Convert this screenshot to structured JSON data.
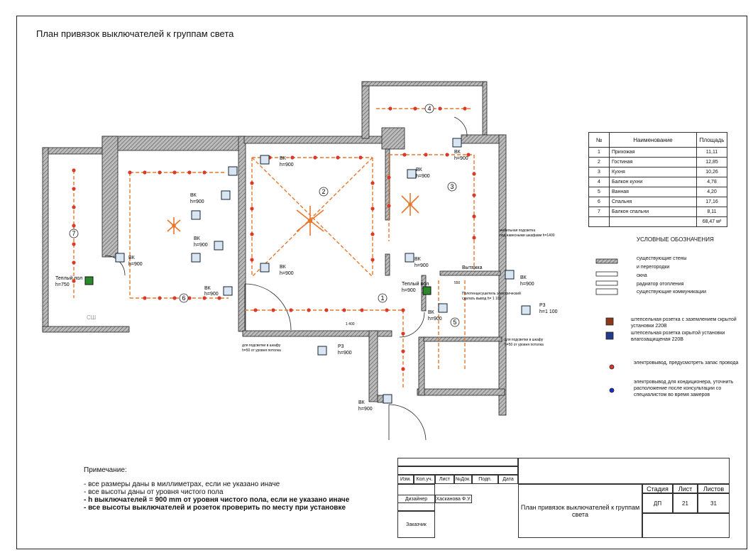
{
  "title": "План привязок выключателей к группам света",
  "rooms_table": {
    "headers": [
      "№",
      "Наименование",
      "Площадь"
    ],
    "rows": [
      {
        "n": "1",
        "name": "Прихожая",
        "area": "11,11"
      },
      {
        "n": "2",
        "name": "Гостиная",
        "area": "12,85"
      },
      {
        "n": "3",
        "name": "Кухня",
        "area": "10,26"
      },
      {
        "n": "4",
        "name": "Балкон кухни",
        "area": "4,78"
      },
      {
        "n": "5",
        "name": "Ванная",
        "area": "4,20"
      },
      {
        "n": "6",
        "name": "Спальня",
        "area": "17,16"
      },
      {
        "n": "7",
        "name": "Балкон спальни",
        "area": "8,11"
      }
    ],
    "total": "68,47 м²"
  },
  "symbols": {
    "title": "УСЛОВНЫЕ ОБОЗНАЧЕНИЯ",
    "walls": "существующие стены",
    "partitions": "и перегородки",
    "windows": "окна",
    "radiator": "радиатор отопления",
    "communications": "существующие коммуникации",
    "socket_ground": "штепсельная розетка с заземлением скрытой установки 220В",
    "socket_wet": "штепсельная розетка скрытой установки влагозащищеная 220В",
    "outlet_wire": "электровывод, предусмотреть запас провода",
    "outlet_ac": "электровывод для кондиционера, уточнить расположение после консультации со специалистом во время замеров"
  },
  "room_numbers": [
    "1",
    "2",
    "3",
    "4",
    "5",
    "6",
    "7"
  ],
  "switch_labels": {
    "vk": "ВК",
    "h900": "h=900",
    "r3": "Р3",
    "h1100": "h=1 100",
    "warm_floor": "Теплый пол",
    "h750": "h=750",
    "sh": "СШ",
    "vytyazhka": "Вытяжка"
  },
  "annotations": {
    "furniture_light": "мебельная подсветка",
    "under_cabinets": "под навесными шкафами h=1400",
    "towel_rail1": "Полотенцесушитель электрический",
    "towel_rail2": "сделать вывод h= 1 100",
    "wardrobe1": "для подсветки в шкафу",
    "wardrobe2": "h=50 от уровня потолка",
    "dim1400": "1 400",
    "dim550": "550"
  },
  "notes": {
    "heading": "Примечание:",
    "line1": "- все размеры даны в миллиметрах, если не указано иначе",
    "line2": "- все высоты даны от уровня чистого пола",
    "line3": "- h выключателей = 900 mm от уровня чистого пола, если не указано иначе",
    "line4": "- все высоты выключателей и розеток проверить по месту при установке"
  },
  "stamp": {
    "izm": "Изм.",
    "koluch": "Кол.уч.",
    "list": "Лист",
    "ndok": "№Док.",
    "podp": "Подп.",
    "data": "Дата",
    "designer": "Дизайнер",
    "designer_name": "Хасканова Ф.У.",
    "customer": "Заказчик",
    "stage_h": "Стадия",
    "sheet_h": "Лист",
    "sheets_h": "Листов",
    "stage": "ДП",
    "sheet": "21",
    "sheets": "31",
    "drawing_title": "План привязок выключателей к группам света"
  },
  "colors": {
    "wire": "#e8772e",
    "lamp": "#d93a2a",
    "wall": "#555555",
    "ac": "#1a2bd6"
  }
}
